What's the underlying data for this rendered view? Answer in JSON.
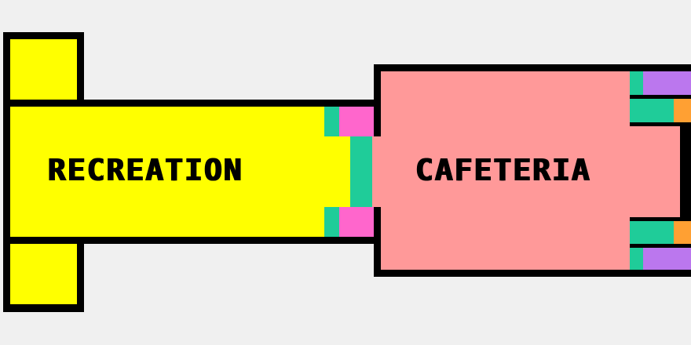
{
  "map": {
    "colors": {
      "background": "#f0f0f0",
      "outline": "#000000",
      "recreation_fill": "#ffff00",
      "cafeteria_fill": "#ff9999",
      "door_green": "#1fcc99",
      "door_pink": "#ff66cc",
      "door_purple": "#bb77ee",
      "door_orange": "#ffa033"
    },
    "rooms": [
      {
        "id": "recreation",
        "label": "RECREATION"
      },
      {
        "id": "cafeteria",
        "label": "CAFETERIA"
      }
    ]
  }
}
